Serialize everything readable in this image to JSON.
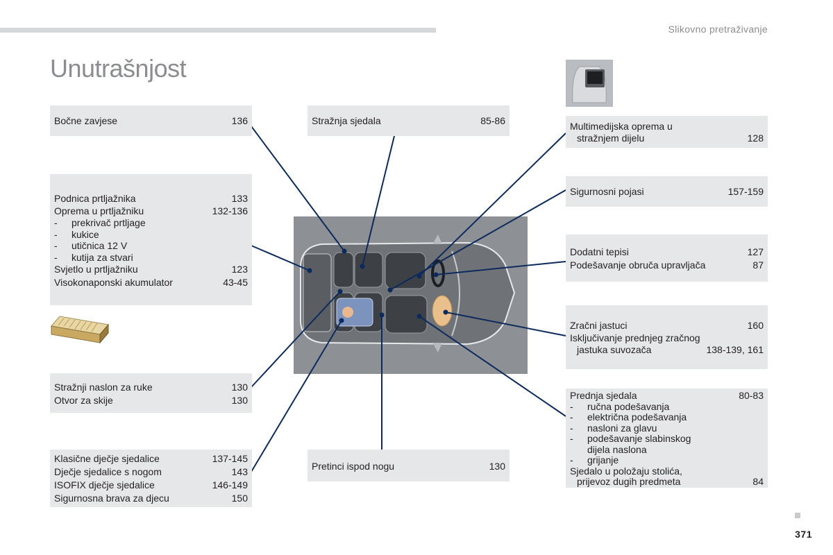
{
  "header": {
    "section": "Slikovno pretraživanje",
    "title": "Unutrašnjost"
  },
  "page_number": "371",
  "boxes": {
    "bocne": [
      {
        "label": "Bočne zavjese",
        "page": "136"
      }
    ],
    "strazanja": [
      {
        "label": "Stražnja sjedala",
        "page": "85-86"
      }
    ],
    "multimedija": {
      "line1": "Multimedijska oprema u",
      "line2": "stražnjem dijelu",
      "page": "128"
    },
    "pojasi": [
      {
        "label": "Sigurnosni pojasi",
        "page": "157-159"
      }
    ],
    "tepisi": [
      {
        "label": "Dodatni tepisi",
        "page": "127"
      },
      {
        "label": "Podešavanje obruča upravljača",
        "page": "87"
      }
    ],
    "prtljaznik": {
      "r1": {
        "label": "Podnica prtljažnika",
        "page": "133"
      },
      "r2": {
        "label": "Oprema u prtljažniku",
        "page": "132-136"
      },
      "subs": [
        "prekrivač prtljage",
        "kukice",
        "utičnica 12 V",
        "kutija za stvari"
      ],
      "r3": {
        "label": "Svjetlo u prtljažniku",
        "page": "123"
      },
      "r4": {
        "label": "Visokonaponski akumulator",
        "page": "43-45"
      }
    },
    "naslon": [
      {
        "label": "Stražnji naslon za ruke",
        "page": "130"
      },
      {
        "label": "Otvor za skije",
        "page": "130"
      }
    ],
    "djecje": [
      {
        "label": "Klasične dječje sjedalice",
        "page": "137-145"
      },
      {
        "label": "Dječje sjedalice s nogom",
        "page": "143"
      },
      {
        "label": "ISOFIX dječje sjedalice",
        "page": "146-149"
      },
      {
        "label": "Sigurnosna brava za djecu",
        "page": "150"
      }
    ],
    "pretinci": [
      {
        "label": "Pretinci ispod nogu",
        "page": "130"
      }
    ],
    "jastuci": {
      "r1": {
        "label": "Zračni jastuci",
        "page": "160"
      },
      "l2": "Isključivanje prednjeg zračnog",
      "l3": "jastuka suvozača",
      "p3": "138-139, 161"
    },
    "prednja": {
      "r1": {
        "label": "Prednja sjedala",
        "page": "80-83"
      },
      "subs": [
        "ručna podešavanja",
        "električna podešavanja",
        "nasloni za glavu",
        "podešavanje slabinskog"
      ],
      "subcont": "dijela naslona",
      "sub5": "grijanje",
      "l6": "Sjedalo u položaju stolića,",
      "l7": "prijevoz dugih predmeta",
      "p7": "84"
    }
  },
  "dash": "-",
  "colors": {
    "line": "#0d2a5c",
    "panel": "#e6e7e8",
    "title": "#8a8c8f"
  }
}
